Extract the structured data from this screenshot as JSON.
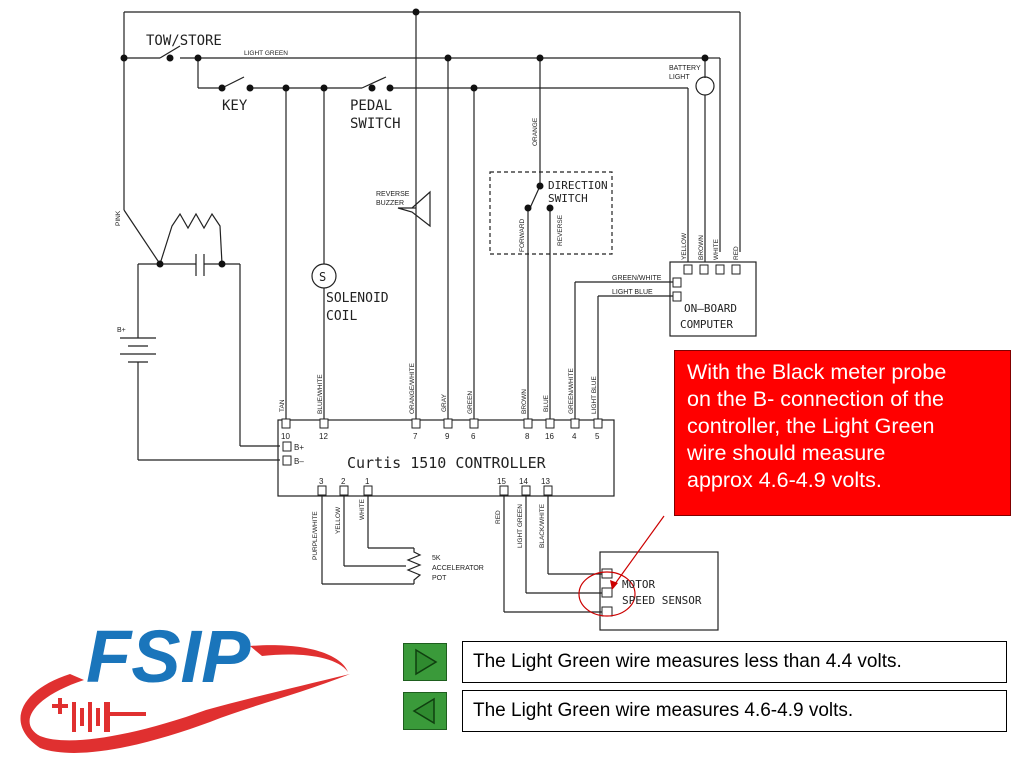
{
  "schematic": {
    "labels": {
      "tow_store": "TOW/STORE",
      "light_green_top": "LIGHT GREEN",
      "key": "KEY",
      "pedal": "PEDAL",
      "switch": "SWITCH",
      "battery": "BATTERY",
      "light": "LIGHT",
      "orange": "ORANGE",
      "direction": "DIRECTION",
      "direction_switch": "SWITCH",
      "forward": "FORWARD",
      "reverse": "REVERSE",
      "reverse_buzzer_1": "REVERSE",
      "reverse_buzzer_2": "BUZZER",
      "pink": "PINK",
      "b_plus": "B+",
      "solenoid_s": "S",
      "solenoid_1": "SOLENOID",
      "solenoid_2": "COIL",
      "yellow": "YELLOW",
      "brown": "BROWN",
      "white": "WHITE",
      "red": "RED",
      "green_white": "GREEN/WHITE",
      "light_blue": "LIGHT BLUE",
      "on_board_1": "ON–BOARD",
      "on_board_2": "COMPUTER",
      "tan": "TAN",
      "blue_white": "BLUE/WHITE",
      "orange_white": "ORANGE/WHITE",
      "gray": "GRAY",
      "green": "GREEN",
      "ctrl_brown": "BROWN",
      "ctrl_blue": "BLUE",
      "ctrl_green_white": "GREEN/WHITE",
      "ctrl_light_blue": "LIGHT BLUE",
      "pin_10": "10",
      "pin_12": "12",
      "pin_7": "7",
      "pin_9": "9",
      "pin_6": "6",
      "pin_8": "8",
      "pin_16": "16",
      "pin_4": "4",
      "pin_5": "5",
      "pin_3": "3",
      "pin_2": "2",
      "pin_1": "1",
      "pin_15": "15",
      "pin_14": "14",
      "pin_13": "13",
      "ctrl_bplus": "B+",
      "ctrl_bminus": "B–",
      "controller": "Curtis  1510  CONTROLLER",
      "purple_white": "PURPLE/WHITE",
      "pot_yellow": "YELLOW",
      "pot_white": "WHITE",
      "pot_1": "5K",
      "pot_2": "ACCELERATOR",
      "pot_3": "POT",
      "bot_red": "RED",
      "bot_light_green": "LIGHT GREEN",
      "bot_black_white": "BLACK/WHITE",
      "motor_1": "MOTOR",
      "motor_2": "SPEED  SENSOR"
    }
  },
  "callout": {
    "line1": "With the Black meter probe",
    "line2": "on the B- connection of the",
    "line3": "controller, the Light Green",
    "line4": "wire should measure",
    "line5": "approx 4.6-4.9 volts."
  },
  "logo": {
    "text": "FSIP",
    "brand_blue": "#1a75bb",
    "brand_red": "#e03030"
  },
  "answers": [
    {
      "text": "The Light Green wire measures less than 4.4 volts.",
      "icon": "play-right-icon"
    },
    {
      "text": "The Light Green wire measures 4.6-4.9 volts.",
      "icon": "play-left-icon"
    }
  ],
  "colors": {
    "callout": "#ff0000",
    "nav_button": "#3a9a3a"
  }
}
